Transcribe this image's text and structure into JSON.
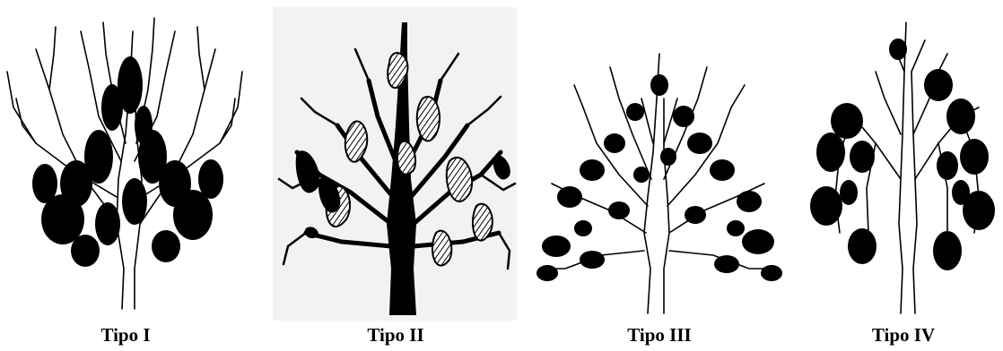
{
  "figure": {
    "panels": [
      {
        "id": "tipo-1",
        "caption": "Tipo I"
      },
      {
        "id": "tipo-2",
        "caption": "Tipo II"
      },
      {
        "id": "tipo-3",
        "caption": "Tipo III"
      },
      {
        "id": "tipo-4",
        "caption": "Tipo IV"
      }
    ]
  },
  "colors": {
    "ink": "#000000",
    "background": "#ffffff",
    "scan_gray": "#f2f2f2"
  }
}
